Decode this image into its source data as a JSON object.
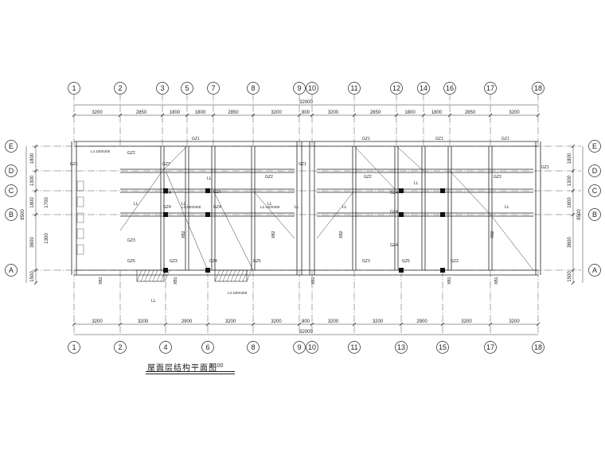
{
  "title": "屋面层结构平面图",
  "scale": "1:100",
  "top_axes": [
    "1",
    "2",
    "3",
    "5",
    "7",
    "8",
    "9",
    "10",
    "11",
    "12",
    "14",
    "16",
    "17",
    "18"
  ],
  "bottom_axes": [
    "1",
    "2",
    "4",
    "6",
    "8",
    "9",
    "10",
    "11",
    "13",
    "15",
    "17",
    "18"
  ],
  "row_axes": [
    "E",
    "D",
    "C",
    "B",
    "A"
  ],
  "top_dims": [
    "3200",
    "2850",
    "1800",
    "1800",
    "2850",
    "3200",
    "800",
    "3200",
    "2850",
    "1800",
    "1800",
    "2850",
    "3200"
  ],
  "top_total": "32000",
  "bottom_dims": [
    "3200",
    "3200",
    "2900",
    "3200",
    "3200",
    "800",
    "3200",
    "3200",
    "2900",
    "3200",
    "3200"
  ],
  "bottom_total": "32000",
  "side_dims": [
    "1800",
    "1300",
    "1800",
    "3600",
    "1500"
  ],
  "side_total": "8500",
  "inner_dims": [
    "1700",
    "1300"
  ],
  "beam_labels": [
    "GZ1",
    "GZ2",
    "GZ3",
    "GZ4",
    "GZ5",
    "GZ1",
    "GZ1",
    "GZ2",
    "GZ4",
    "GZ4",
    "GZ4",
    "GZ4",
    "GZ2",
    "GZ3",
    "GZ5",
    "GZ4",
    "GZ4",
    "GZ4",
    "GZ2",
    "GZ3",
    "GZ5",
    "GZ3",
    "GZ2",
    "GZ1",
    "GZ1",
    "GZ1",
    "GZ1"
  ],
  "slab_labels": [
    "LL",
    "LL",
    "LL",
    "LL",
    "LL",
    "LL",
    "LL",
    "LL",
    "LL"
  ],
  "misc_labels": [
    "XB1",
    "XB1",
    "XB2",
    "XB2",
    "XB2",
    "XB2",
    "XB1",
    "XB1",
    "XB1"
  ],
  "note_labels": [
    "L4 240X400",
    "L2 240X400",
    "L2 240X400",
    "L3 240X400"
  ]
}
